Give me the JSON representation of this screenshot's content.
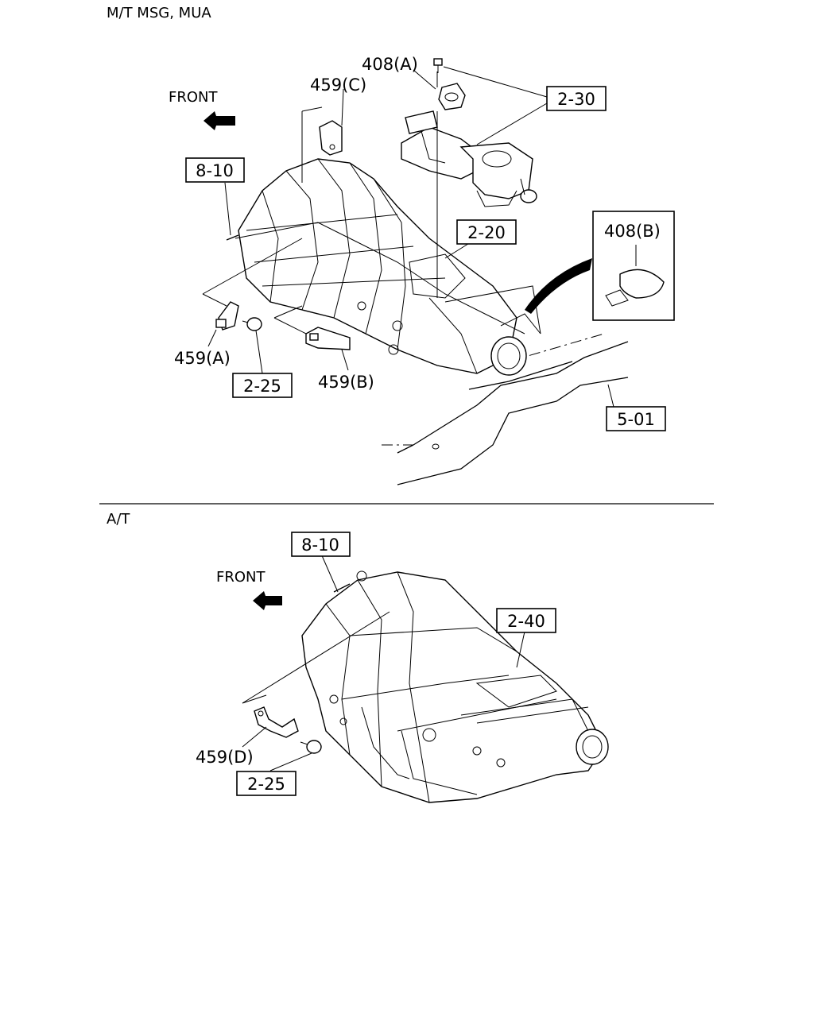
{
  "sections": {
    "mt_header": "M/T MSG, MUA",
    "at_header": "A/T"
  },
  "front": {
    "mt": "FRONT",
    "at": "FRONT"
  },
  "references": {
    "mt_8_10": "8-10",
    "mt_2_30": "2-30",
    "mt_2_20": "2-20",
    "mt_2_25": "2-25",
    "mt_5_01": "5-01",
    "at_8_10": "8-10",
    "at_2_40": "2-40",
    "at_2_25": "2-25"
  },
  "parts": {
    "p408a": "408(A)",
    "p459c": "459(C)",
    "p408b": "408(B)",
    "p459a": "459(A)",
    "p459b": "459(B)",
    "p459d": "459(D)"
  }
}
